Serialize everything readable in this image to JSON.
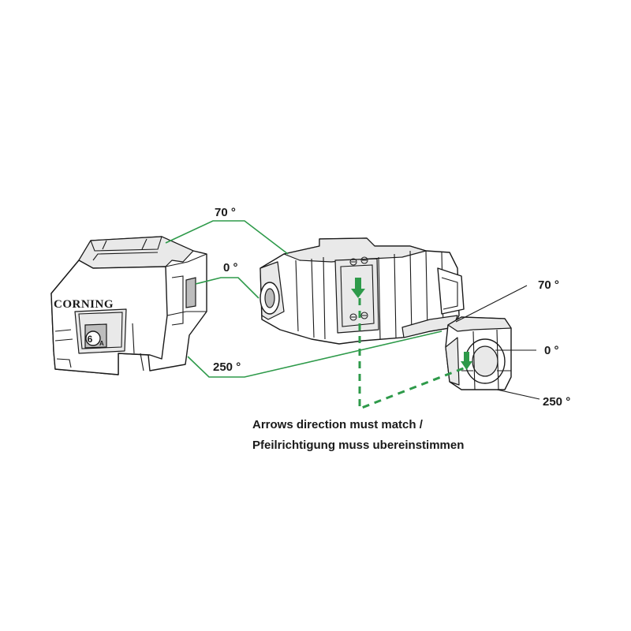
{
  "diagram": {
    "jack_brand": "CORNING",
    "jack_category_main": "6",
    "jack_category_sub": "A",
    "left_labels": {
      "top": "70 °",
      "middle": "0 °",
      "bottom": "250 °"
    },
    "right_labels": {
      "top": "70 °",
      "middle": "0 °",
      "bottom": "250 °"
    },
    "caption_line1": "Arrows direction must match /",
    "caption_line2": "Pfeilrichtigung muss ubereinstimmen",
    "colors": {
      "accent": "#2e9a4a",
      "line": "#1a1a1a",
      "background": "#ffffff"
    }
  }
}
